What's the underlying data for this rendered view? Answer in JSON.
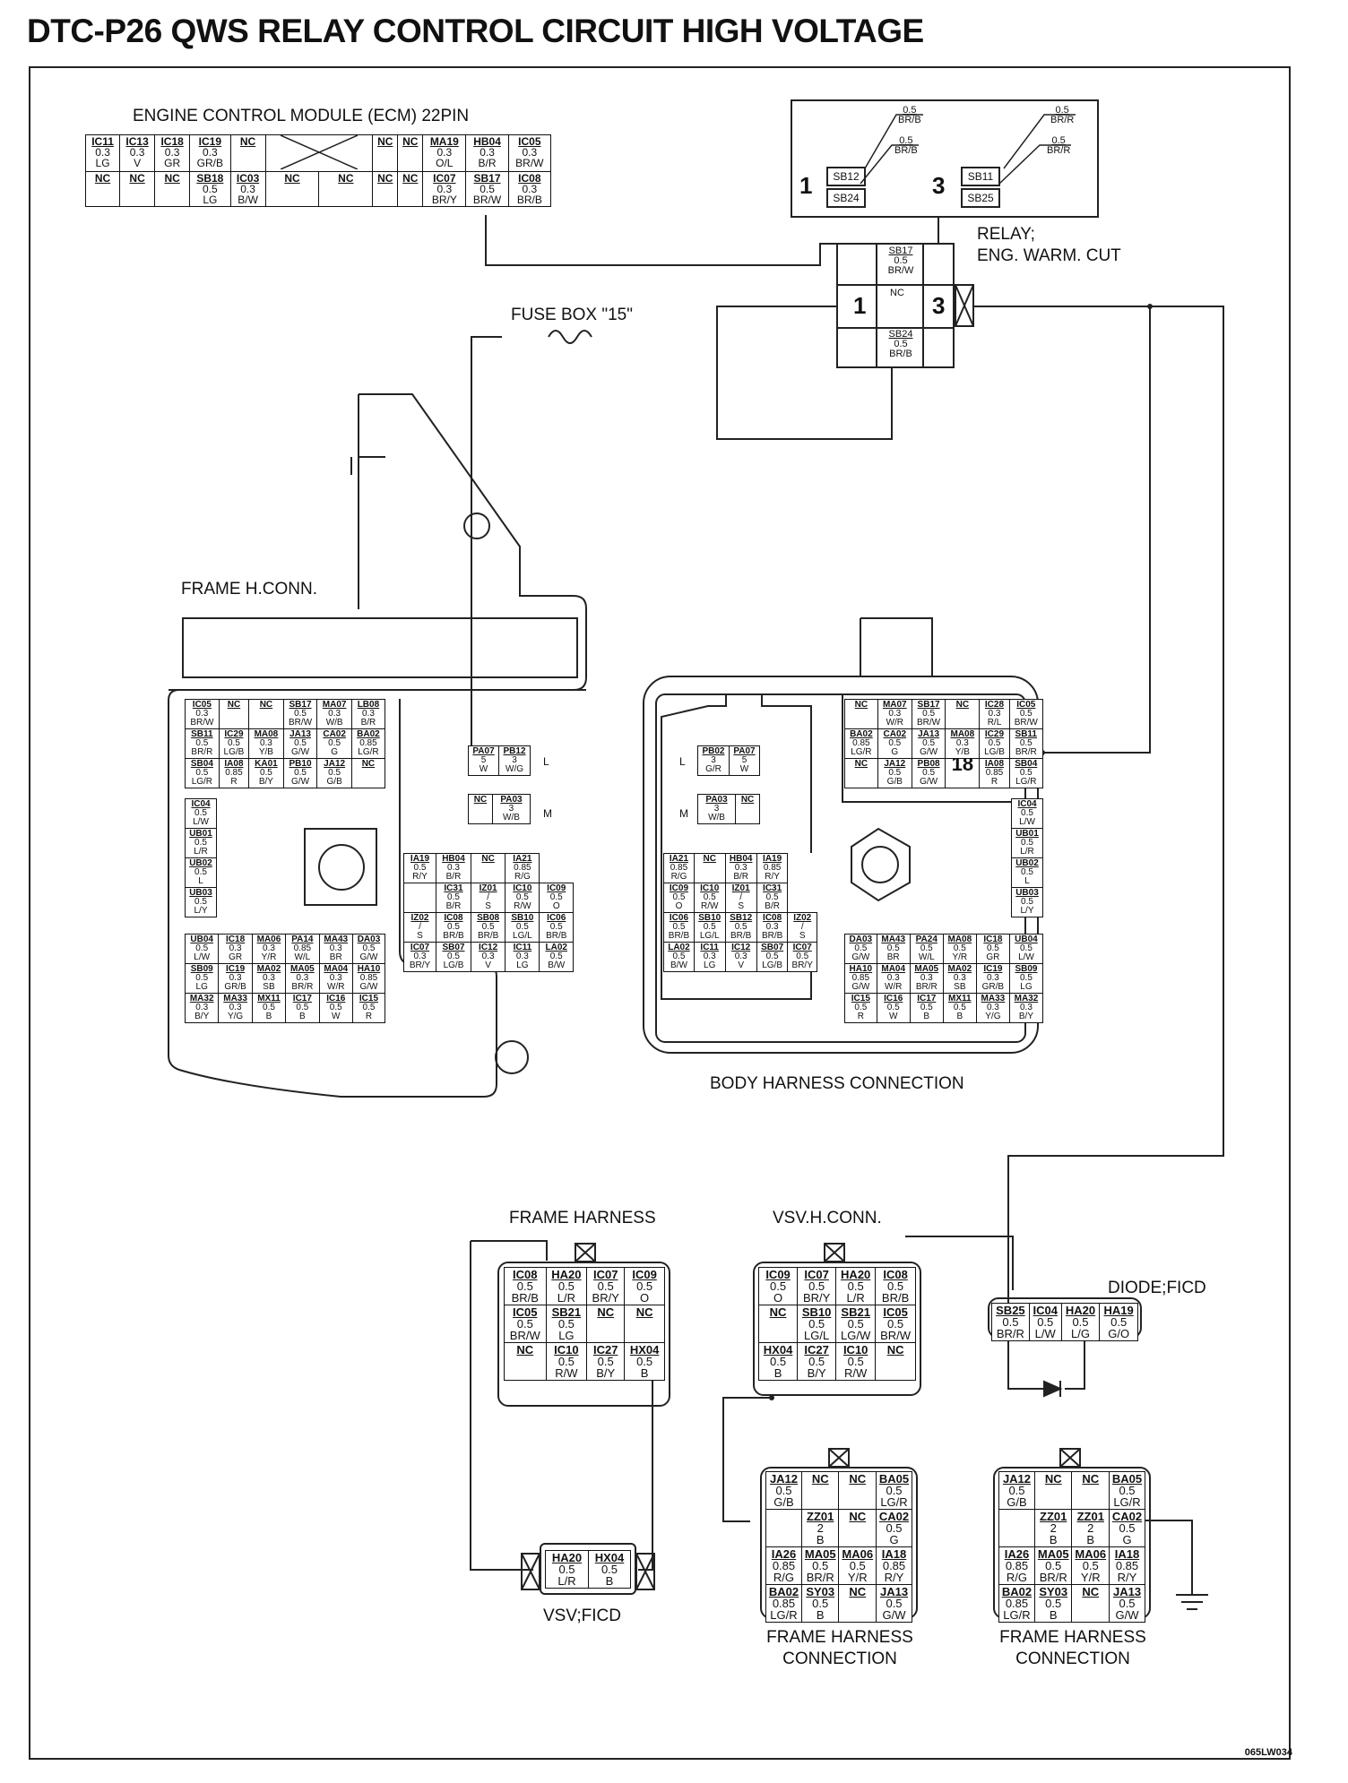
{
  "title": "DTC-P26 QWS RELAY CONTROL CIRCUIT HIGH VOLTAGE",
  "labels": {
    "ecm": "ENGINE CONTROL MODULE (ECM) 22PIN",
    "relay": "RELAY;",
    "relay2": "ENG. WARM. CUT",
    "fuse": "FUSE BOX \"15\"",
    "frame_h_conn": "FRAME H.CONN.",
    "body_harness": "BODY HARNESS CONNECTION",
    "frame_harness": "FRAME HARNESS",
    "vsv_h_conn": "VSV.H.CONN.",
    "diode": "DIODE;FICD",
    "vsv_ficd": "VSV;FICD",
    "fhc1a": "FRAME HARNESS",
    "fhc1b": "CONNECTION",
    "fhc2a": "FRAME HARNESS",
    "fhc2b": "CONNECTION",
    "code": "065LW034"
  },
  "relay": {
    "pin1": "1",
    "pin3": "3",
    "nc": "NC",
    "sb17": "SB17",
    "sb17w": "0.5",
    "sb17c": "BR/W",
    "sb24": "SB24",
    "sb24w": "0.5",
    "sb24c": "BR/B"
  },
  "relay_detail": {
    "n1": "1",
    "n3": "3",
    "w1": "0.5",
    "c1": "BR/B",
    "w2": "0.5",
    "c2": "BR/B",
    "w3": "0.5",
    "c3": "BR/R",
    "w4": "0.5",
    "c4": "BR/R",
    "t1": "SB12",
    "t2": "SB24",
    "t3": "SB11",
    "t4": "SB25"
  },
  "ecm_rows": [
    [
      [
        "IC11",
        "0.3",
        "LG"
      ],
      [
        "IC13",
        "0.3",
        "V"
      ],
      [
        "IC18",
        "0.3",
        "GR"
      ],
      [
        "IC19",
        "0.3",
        "GR/B"
      ],
      [
        "NC",
        "",
        ""
      ],
      [
        "X",
        "",
        ""
      ],
      [
        "X",
        "",
        ""
      ],
      [
        "NC",
        "",
        ""
      ],
      [
        "NC",
        "",
        ""
      ],
      [
        "MA19",
        "0.3",
        "O/L"
      ],
      [
        "HB04",
        "0.3",
        "B/R"
      ],
      [
        "IC05",
        "0.3",
        "BR/W"
      ]
    ],
    [
      [
        "NC",
        "",
        ""
      ],
      [
        "NC",
        "",
        ""
      ],
      [
        "NC",
        "",
        ""
      ],
      [
        "SB18",
        "0.5",
        "LG"
      ],
      [
        "IC03",
        "0.3",
        "B/W"
      ],
      [
        "NC",
        "",
        ""
      ],
      [
        "NC",
        "",
        ""
      ],
      [
        "NC",
        "",
        ""
      ],
      [
        "NC",
        "",
        ""
      ],
      [
        "IC07",
        "0.3",
        "BR/Y"
      ],
      [
        "SB17",
        "0.5",
        "BR/W"
      ],
      [
        "IC08",
        "0.3",
        "BR/B"
      ]
    ]
  ],
  "frame_conn_rows": [
    [
      [
        "IC05",
        "0.3",
        "BR/W"
      ],
      [
        "NC",
        "",
        ""
      ],
      [
        "NC",
        "",
        ""
      ],
      [
        "SB17",
        "0.5",
        "BR/W"
      ],
      [
        "MA07",
        "0.3",
        "W/B"
      ],
      [
        "LB08",
        "0.3",
        "B/R"
      ]
    ],
    [
      [
        "SB11",
        "0.5",
        "BR/R"
      ],
      [
        "IC29",
        "0.5",
        "LG/B"
      ],
      [
        "MA08",
        "0.3",
        "Y/B"
      ],
      [
        "JA13",
        "0.5",
        "G/W"
      ],
      [
        "CA02",
        "0.5",
        "G"
      ],
      [
        "BA02",
        "0.85",
        "LG/R"
      ]
    ],
    [
      [
        "SB04",
        "0.5",
        "LG/R"
      ],
      [
        "IA08",
        "0.85",
        "R"
      ],
      [
        "KA01",
        "0.5",
        "B/Y"
      ],
      [
        "PB10",
        "0.5",
        "G/W"
      ],
      [
        "JA12",
        "0.5",
        "G/B"
      ],
      [
        "NC",
        "",
        ""
      ]
    ]
  ],
  "frame_left_col": [
    [
      "IC04",
      "0.5",
      "L/W"
    ],
    [
      "UB01",
      "0.5",
      "L/R"
    ],
    [
      "UB02",
      "0.5",
      "L"
    ],
    [
      "UB03",
      "0.5",
      "L/Y"
    ]
  ],
  "frame_bottom_rows": [
    [
      [
        "UB04",
        "0.5",
        "L/W"
      ],
      [
        "IC18",
        "0.3",
        "GR"
      ],
      [
        "MA06",
        "0.3",
        "Y/R"
      ],
      [
        "PA14",
        "0.85",
        "W/L"
      ],
      [
        "MA43",
        "0.3",
        "BR"
      ],
      [
        "DA03",
        "0.5",
        "G/W"
      ]
    ],
    [
      [
        "SB09",
        "0.5",
        "LG"
      ],
      [
        "IC19",
        "0.3",
        "GR/B"
      ],
      [
        "MA02",
        "0.3",
        "SB"
      ],
      [
        "MA05",
        "0.3",
        "BR/R"
      ],
      [
        "MA04",
        "0.3",
        "W/R"
      ],
      [
        "HA10",
        "0.85",
        "G/W"
      ]
    ],
    [
      [
        "MA32",
        "0.3",
        "B/Y"
      ],
      [
        "MA33",
        "0.3",
        "Y/G"
      ],
      [
        "MX11",
        "0.5",
        "B"
      ],
      [
        "IC17",
        "0.5",
        "B"
      ],
      [
        "IC16",
        "0.5",
        "W"
      ],
      [
        "IC15",
        "0.5",
        "R"
      ]
    ]
  ],
  "frame_mid_rows": [
    [
      [
        "IA19",
        "0.5",
        "R/Y"
      ],
      [
        "HB04",
        "0.3",
        "B/R"
      ],
      [
        "NC",
        "",
        ""
      ],
      [
        "IA21",
        "0.85",
        "R/G"
      ]
    ],
    [
      [
        "",
        "",
        ""
      ],
      [
        "IC31",
        "0.5",
        "B/R"
      ],
      [
        "IZ01",
        "/",
        "S"
      ],
      [
        "IC10",
        "0.5",
        "R/W"
      ],
      [
        "IC09",
        "0.5",
        "O"
      ]
    ],
    [
      [
        "IZ02",
        "/",
        "S"
      ],
      [
        "IC08",
        "0.5",
        "BR/B"
      ],
      [
        "SB08",
        "0.5",
        "BR/B"
      ],
      [
        "SB10",
        "0.5",
        "LG/L"
      ],
      [
        "IC06",
        "0.5",
        "BR/B"
      ]
    ],
    [
      [
        "IC07",
        "0.3",
        "BR/Y"
      ],
      [
        "SB07",
        "0.5",
        "LG/B"
      ],
      [
        "IC12",
        "0.3",
        "V"
      ],
      [
        "IC11",
        "0.3",
        "LG"
      ],
      [
        "LA02",
        "0.5",
        "B/W"
      ]
    ]
  ],
  "frame_l_conn": [
    [
      "PA07",
      "5",
      "W"
    ],
    [
      "PB12",
      "3",
      "W/G"
    ]
  ],
  "frame_m_conn": [
    [
      "NC",
      "",
      ""
    ],
    [
      "PA03",
      "3",
      "W/B"
    ]
  ],
  "body_top_rows": [
    [
      [
        "NC",
        "",
        ""
      ],
      [
        "MA07",
        "0.3",
        "W/R"
      ],
      [
        "SB17",
        "0.5",
        "BR/W"
      ],
      [
        "NC",
        "",
        ""
      ],
      [
        "IC28",
        "0.3",
        "R/L"
      ],
      [
        "IC05",
        "0.5",
        "BR/W"
      ]
    ],
    [
      [
        "BA02",
        "0.85",
        "LG/R"
      ],
      [
        "CA02",
        "0.5",
        "G"
      ],
      [
        "JA13",
        "0.5",
        "G/W"
      ],
      [
        "MA08",
        "0.3",
        "Y/B"
      ],
      [
        "IC29",
        "0.5",
        "LG/B"
      ],
      [
        "SB11",
        "0.5",
        "BR/R"
      ]
    ],
    [
      [
        "NC",
        "",
        ""
      ],
      [
        "JA12",
        "0.5",
        "G/B"
      ],
      [
        "PB08",
        "0.5",
        "G/W"
      ],
      [
        "18",
        "",
        ""
      ],
      [
        "IA08",
        "0.85",
        "R"
      ],
      [
        "SB04",
        "0.5",
        "LG/R"
      ]
    ]
  ],
  "body_right_col": [
    [
      "IC04",
      "0.5",
      "L/W"
    ],
    [
      "UB01",
      "0.5",
      "L/R"
    ],
    [
      "UB02",
      "0.5",
      "L"
    ],
    [
      "UB03",
      "0.5",
      "L/Y"
    ]
  ],
  "body_bottom_rows": [
    [
      [
        "DA03",
        "0.5",
        "G/W"
      ],
      [
        "MA43",
        "0.5",
        "BR"
      ],
      [
        "PA24",
        "0.5",
        "W/L"
      ],
      [
        "MA08",
        "0.5",
        "Y/R"
      ],
      [
        "IC18",
        "0.5",
        "GR"
      ],
      [
        "UB04",
        "0.5",
        "L/W"
      ]
    ],
    [
      [
        "HA10",
        "0.85",
        "G/W"
      ],
      [
        "MA04",
        "0.3",
        "W/R"
      ],
      [
        "MA05",
        "0.3",
        "BR/R"
      ],
      [
        "MA02",
        "0.3",
        "SB"
      ],
      [
        "IC19",
        "0.3",
        "GR/B"
      ],
      [
        "SB09",
        "0.5",
        "LG"
      ]
    ],
    [
      [
        "IC15",
        "0.5",
        "R"
      ],
      [
        "IC16",
        "0.5",
        "W"
      ],
      [
        "IC17",
        "0.5",
        "B"
      ],
      [
        "MX11",
        "0.5",
        "B"
      ],
      [
        "MA33",
        "0.3",
        "Y/G"
      ],
      [
        "MA32",
        "0.3",
        "B/Y"
      ]
    ]
  ],
  "body_left_rows": [
    [
      [
        "IA21",
        "0.85",
        "R/G"
      ],
      [
        "NC",
        "",
        ""
      ],
      [
        "HB04",
        "0.3",
        "B/R"
      ],
      [
        "IA19",
        "0.85",
        "R/Y"
      ]
    ],
    [
      [
        "IC09",
        "0.5",
        "O"
      ],
      [
        "IC10",
        "0.5",
        "R/W"
      ],
      [
        "IZ01",
        "/",
        "S"
      ],
      [
        "IC31",
        "0.5",
        "B/R"
      ]
    ],
    [
      [
        "IC06",
        "0.5",
        "BR/B"
      ],
      [
        "SB10",
        "0.5",
        "LG/L"
      ],
      [
        "SB12",
        "0.5",
        "BR/B"
      ],
      [
        "IC08",
        "0.3",
        "BR/B"
      ],
      [
        "IZ02",
        "/",
        "S"
      ]
    ],
    [
      [
        "LA02",
        "0.5",
        "B/W"
      ],
      [
        "IC11",
        "0.3",
        "LG"
      ],
      [
        "IC12",
        "0.3",
        "V"
      ],
      [
        "SB07",
        "0.5",
        "LG/B"
      ],
      [
        "IC07",
        "0.5",
        "BR/Y"
      ]
    ]
  ],
  "body_l_conn": [
    [
      "PB02",
      "3",
      "G/R"
    ],
    [
      "PA07",
      "5",
      "W"
    ]
  ],
  "body_m_conn": [
    [
      "PA03",
      "3",
      "W/B"
    ],
    [
      "NC",
      "",
      ""
    ]
  ],
  "frame_harness": [
    [
      [
        "IC08",
        "0.5",
        "BR/B"
      ],
      [
        "HA20",
        "0.5",
        "L/R"
      ],
      [
        "IC07",
        "0.5",
        "BR/Y"
      ],
      [
        "IC09",
        "0.5",
        "O"
      ]
    ],
    [
      [
        "IC05",
        "0.5",
        "BR/W"
      ],
      [
        "SB21",
        "0.5",
        "LG"
      ],
      [
        "NC",
        "",
        ""
      ],
      [
        "NC",
        "",
        ""
      ]
    ],
    [
      [
        "NC",
        "",
        ""
      ],
      [
        "IC10",
        "0.5",
        "R/W"
      ],
      [
        "IC27",
        "0.5",
        "B/Y"
      ],
      [
        "HX04",
        "0.5",
        "B"
      ]
    ]
  ],
  "vsv_h_conn": [
    [
      [
        "IC09",
        "0.5",
        "O"
      ],
      [
        "IC07",
        "0.5",
        "BR/Y"
      ],
      [
        "HA20",
        "0.5",
        "L/R"
      ],
      [
        "IC08",
        "0.5",
        "BR/B"
      ]
    ],
    [
      [
        "NC",
        "",
        ""
      ],
      [
        "SB10",
        "0.5",
        "LG/L"
      ],
      [
        "SB21",
        "0.5",
        "LG/W"
      ],
      [
        "IC05",
        "0.5",
        "BR/W"
      ]
    ],
    [
      [
        "HX04",
        "0.5",
        "B"
      ],
      [
        "IC27",
        "0.5",
        "B/Y"
      ],
      [
        "IC10",
        "0.5",
        "R/W"
      ],
      [
        "NC",
        "",
        ""
      ]
    ]
  ],
  "diode_conn": [
    [
      "SB25",
      "0.5",
      "BR/R"
    ],
    [
      "IC04",
      "0.5",
      "L/W"
    ],
    [
      "HA20",
      "0.5",
      "L/G"
    ],
    [
      "HA19",
      "0.5",
      "G/O"
    ]
  ],
  "vsv_ficd": [
    [
      "HA20",
      "0.5",
      "L/R"
    ],
    [
      "HX04",
      "0.5",
      "B"
    ]
  ],
  "fhc1": [
    [
      [
        "JA12",
        "0.5",
        "G/B"
      ],
      [
        "NC",
        "",
        ""
      ],
      [
        "NC",
        "",
        ""
      ],
      [
        "BA05",
        "0.5",
        "LG/R"
      ]
    ],
    [
      [
        "",
        "",
        ""
      ],
      [
        "ZZ01",
        "2",
        "B"
      ],
      [
        "NC",
        "",
        ""
      ],
      [
        "CA02",
        "0.5",
        "G"
      ]
    ],
    [
      [
        "IA26",
        "0.85",
        "R/G"
      ],
      [
        "MA05",
        "0.5",
        "BR/R"
      ],
      [
        "MA06",
        "0.5",
        "Y/R"
      ],
      [
        "IA18",
        "0.85",
        "R/Y"
      ]
    ],
    [
      [
        "BA02",
        "0.85",
        "LG/R"
      ],
      [
        "SY03",
        "0.5",
        "B"
      ],
      [
        "NC",
        "",
        ""
      ],
      [
        "JA13",
        "0.5",
        "G/W"
      ]
    ]
  ],
  "fhc2": [
    [
      [
        "JA12",
        "0.5",
        "G/B"
      ],
      [
        "NC",
        "",
        ""
      ],
      [
        "NC",
        "",
        ""
      ],
      [
        "BA05",
        "0.5",
        "LG/R"
      ]
    ],
    [
      [
        "",
        "",
        ""
      ],
      [
        "ZZ01",
        "2",
        "B"
      ],
      [
        "ZZ01",
        "2",
        "B"
      ],
      [
        "CA02",
        "0.5",
        "G"
      ]
    ],
    [
      [
        "IA26",
        "0.85",
        "R/G"
      ],
      [
        "MA05",
        "0.5",
        "BR/R"
      ],
      [
        "MA06",
        "0.5",
        "Y/R"
      ],
      [
        "IA18",
        "0.85",
        "R/Y"
      ]
    ],
    [
      [
        "BA02",
        "0.85",
        "LG/R"
      ],
      [
        "SY03",
        "0.5",
        "B"
      ],
      [
        "NC",
        "",
        ""
      ],
      [
        "JA13",
        "0.5",
        "G/W"
      ]
    ]
  ],
  "conn_marks": {
    "L": "L",
    "M": "M"
  }
}
